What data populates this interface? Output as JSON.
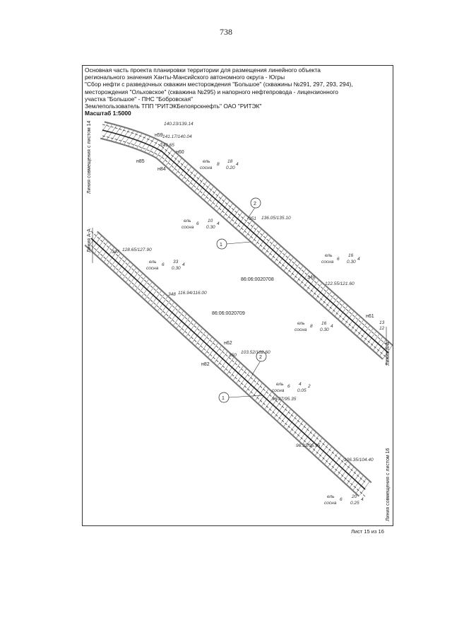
{
  "page_number": "738",
  "header": {
    "lines": [
      "Основная часть проекта планировки территории для размещения линейного объекта",
      "регионального значения Ханты-Мансийского автономного округа - Югры",
      "\"Сбор нефти с разведочных скважин месторождения \"Большое\" (скважины №291, 297, 293, 294),",
      "месторождения \"Ольховское\" (скважина №295) и напорного нефтепровода - лицензионного",
      "участка \"Большое\" - ПНС \"Бобровская\""
    ],
    "land_user": "Землепользователь ТПП \"РИТЭКБелоярскнефть\" ОАО \"РИТЭК\"",
    "scale": "Масштаб 1:5000"
  },
  "plan": {
    "side_labels": {
      "left_top": "Линия совмещения с листом 14",
      "left_mid": "Линия А-А",
      "right_mid": "Линия А-А",
      "right_bottom": "Линия совмещения с листом 16"
    },
    "parcels": [
      "86:06:0020708",
      "86:06:0020709"
    ],
    "point_labels": [
      "н59",
      "н60",
      "н85",
      "н84",
      "н61",
      "н62",
      "н82"
    ],
    "callouts": [
      "1",
      "2",
      "1",
      "2"
    ],
    "dims": [
      "140.23/139.14",
      "141.17/140.04",
      "141.65",
      "136.05/135.10",
      "128.65/127.90",
      "116.94/116.00",
      "122.55/121.60",
      "103.52/102.60",
      "106.35/104.40",
      "96.27/95.35",
      "96.32/95.95"
    ],
    "species": [
      {
        "top": "ель",
        "bottom": "сосна",
        "n1": "8",
        "n2": "18",
        "n3": "0.20",
        "n4": "4"
      },
      {
        "top": "ель",
        "bottom": "сосна",
        "n1": "6",
        "n2": "10",
        "n3": "0.30",
        "n4": "4"
      },
      {
        "top": "ель",
        "bottom": "сосна",
        "n1": "6",
        "n2": "16",
        "n3": "0.30",
        "n4": "4"
      },
      {
        "top": "ель",
        "bottom": "сосна",
        "n1": "6",
        "n2": "33",
        "n3": "0.30",
        "n4": "4"
      },
      {
        "top": "ель",
        "bottom": "сосна",
        "n1": "8",
        "n2": "16",
        "n3": "0.30",
        "n4": "4"
      },
      {
        "top": "ель",
        "bottom": "сосна",
        "n1": "6",
        "n2": "4",
        "n3": "0.05",
        "n4": "2"
      },
      {
        "top": "ель",
        "bottom": "сосна",
        "n1": "6",
        "n2": "20",
        "n3": "0.25",
        "n4": "4"
      }
    ],
    "misc_numbers": [
      "348",
      "347",
      "350",
      "351",
      "349",
      "13",
      "12"
    ]
  },
  "footer": {
    "sheet": "Лист 15 из 16"
  }
}
